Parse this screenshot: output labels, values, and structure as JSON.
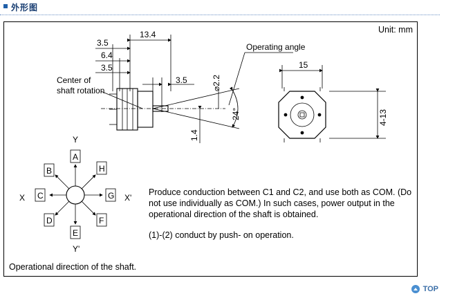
{
  "header": {
    "title": "外形图"
  },
  "drawing": {
    "unit_label": "Unit: mm",
    "side_view": {
      "dimensions": [
        "13.4",
        "3.5",
        "6.4",
        "3.5",
        "3.5",
        "⌀2.2",
        "24°",
        "1.4"
      ],
      "labels": {
        "operating_angle": "Operating angle",
        "center_line1": "Center of",
        "center_line2": "shaft rotation"
      }
    },
    "front_view": {
      "width_dim": "15",
      "height_dim": "4-13"
    },
    "direction_diagram": {
      "axis_labels": {
        "y_top": "Y",
        "y_bottom": "Y'",
        "x_left": "X",
        "x_right": "X'"
      },
      "positions": [
        "A",
        "H",
        "G",
        "F",
        "E",
        "D",
        "C",
        "B"
      ]
    },
    "notes": [
      "Produce conduction between C1 and C2, and use both as COM. (Do not use individually as COM.) In such cases, power output in the operational direction of the shaft is obtained.",
      "(1)-(2) conduct by push- on operation."
    ],
    "caption": "Operational direction of the shaft."
  },
  "nav": {
    "top_label": "TOP"
  }
}
